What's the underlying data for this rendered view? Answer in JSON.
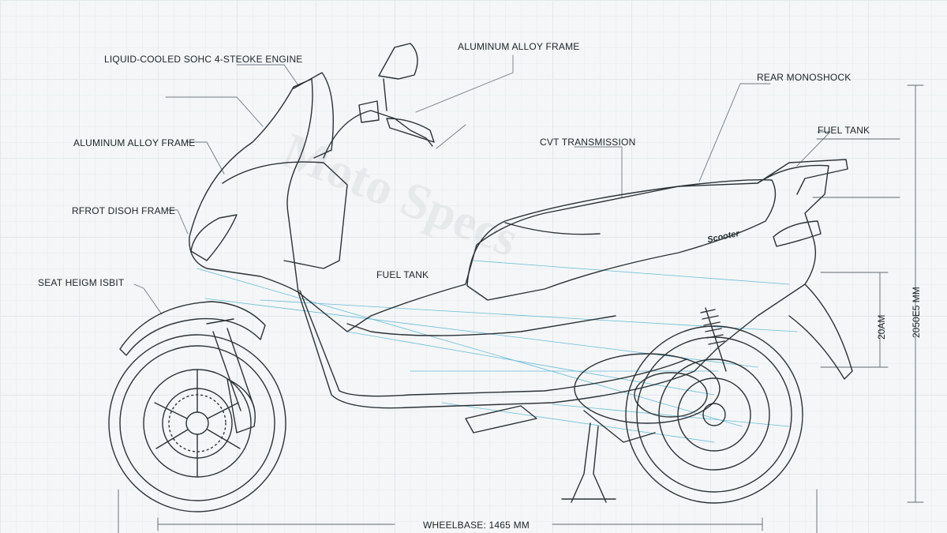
{
  "labels": {
    "engine": "LIQUID-COOLED SOHC 4-STEOKE ENGINE",
    "frame_top": "ALUMINUM ALLOY FRAME",
    "frame_left": "ALUMINUM ALLOY FRAME",
    "rear_shock": "REAR MONOSHOCK",
    "cvt": "CVT TRANSMISSION",
    "fuel_tank_right": "FUEL TANK",
    "front_disc": "RFROT DISOH FRAME",
    "fuel_tank_center": "FUEL TANK",
    "seat_height": "SEAT HEIGM ISBIT"
  },
  "dimensions": {
    "wheelbase": "WHEELBASE: 1465 MM",
    "seat_dim": "20AM",
    "overall_height": "2050E5 MM"
  },
  "watermark": "Moto Specs",
  "brand_text": "Scooter"
}
